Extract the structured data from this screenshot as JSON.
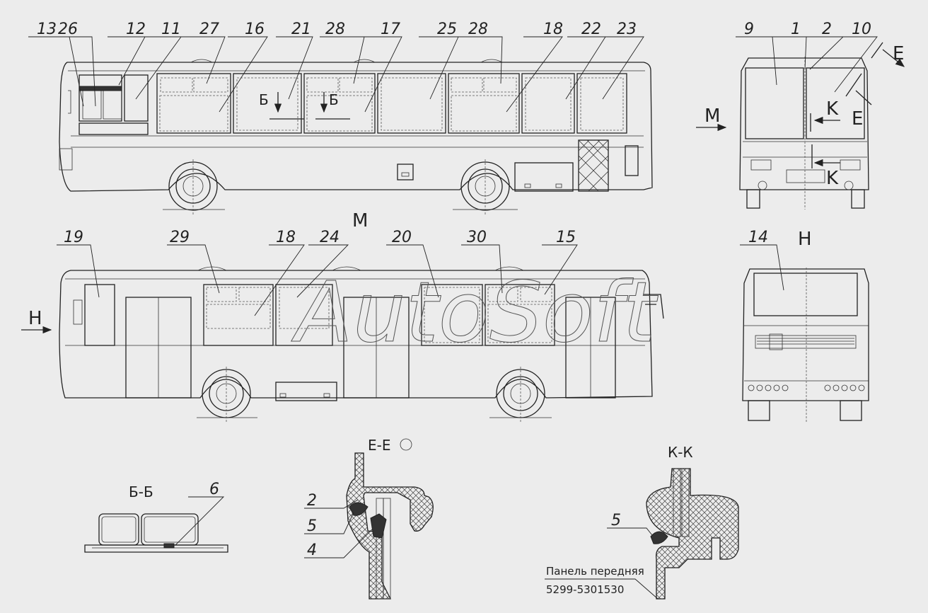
{
  "watermark": "AutoSoft",
  "side_view_top": {
    "callouts": [
      "13",
      "26",
      "12",
      "11",
      "27",
      "16",
      "21",
      "28",
      "17",
      "25",
      "28",
      "18",
      "22",
      "23"
    ],
    "section_marks": [
      "Б",
      "Б"
    ]
  },
  "front_view": {
    "callouts": [
      "9",
      "1",
      "2",
      "10"
    ],
    "direction_label": "М",
    "section_marks": [
      "E",
      "E",
      "K",
      "K"
    ]
  },
  "side_view_bottom": {
    "title": "М",
    "callouts": [
      "19",
      "29",
      "18",
      "24",
      "20",
      "30",
      "15"
    ],
    "direction_label": "Н"
  },
  "rear_view": {
    "title": "Н",
    "callouts": [
      "14"
    ]
  },
  "section_bb": {
    "title": "Б-Б",
    "callouts": [
      "6"
    ]
  },
  "section_ee": {
    "title": "Е-Е",
    "callouts": [
      "2",
      "5",
      "4"
    ]
  },
  "section_kk": {
    "title": "К-К",
    "callouts": [
      "5"
    ],
    "note_line1": "Панель передняя",
    "note_line2": "5299-5301530"
  }
}
